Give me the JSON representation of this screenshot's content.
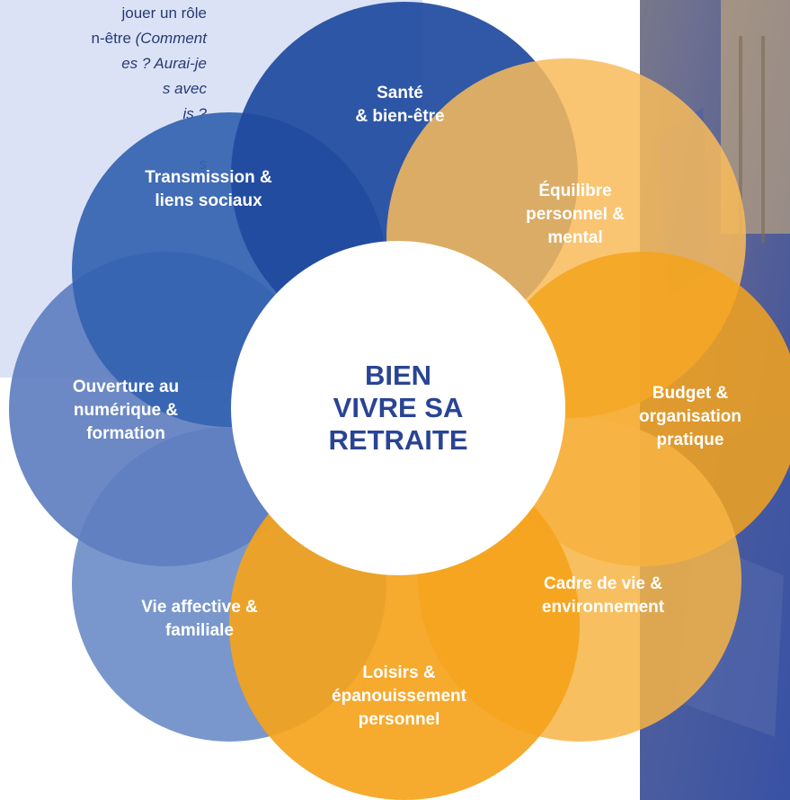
{
  "intro": {
    "lines": [
      {
        "normal": "jouer un rôle",
        "italic": ""
      },
      {
        "normal": "n-être ",
        "italic": "(Comment"
      },
      {
        "normal": "",
        "italic": "es ? Aurai-je"
      },
      {
        "normal": "",
        "italic": "s avec"
      },
      {
        "normal": "",
        "italic": "is ?"
      },
      {
        "normal": "",
        "italic": ""
      },
      {
        "normal": "",
        "italic": "s"
      }
    ]
  },
  "diagram": {
    "center_title": "BIEN\nVIVRE SA\nRETRAITE",
    "colors": {
      "blue_dark": "#1f4a9e",
      "blue_mid": "#3563b0",
      "blue_light": "#6f8fc8",
      "orange": "#f5a31c",
      "orange_light": "#f8bb5a",
      "center_text": "#2a4494",
      "panel": "#dbe2f5"
    },
    "petals": [
      {
        "label": "Santé\n& bien-être"
      },
      {
        "label": "Équilibre\npersonnel &\nmental"
      },
      {
        "label": "Budget &\norganisation\npratique"
      },
      {
        "label": "Cadre de vie &\nenvironnement"
      },
      {
        "label": "Loisirs &\népanouissement\npersonnel"
      },
      {
        "label": "Vie affective &\nfamiliale"
      },
      {
        "label": "Ouverture au\nnumérique &\nformation"
      },
      {
        "label": "Transmission &\nliens sociaux"
      }
    ]
  }
}
